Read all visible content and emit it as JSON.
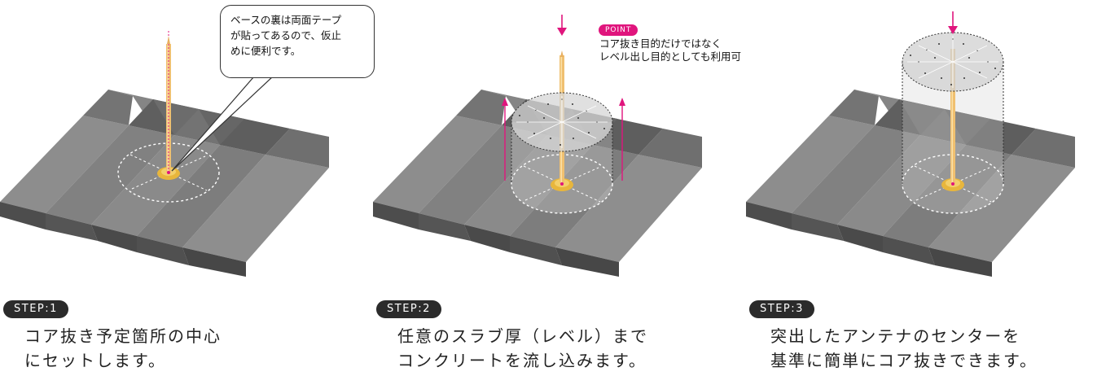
{
  "steps": [
    {
      "badge": "STEP:1",
      "description": [
        "コア抜き予定箇所の中心",
        "にセットします。"
      ],
      "callout": [
        "ベースの裏は両面テープ",
        "が貼ってあるので、仮止",
        "めに便利です。"
      ]
    },
    {
      "badge": "STEP:2",
      "description": [
        "任意のスラブ厚（レベル）まで",
        "コンクリートを流し込みます。"
      ],
      "point_label": "POINT",
      "point_text": [
        "コア抜き目的だけではなく",
        "レベル出し目的としても利用可"
      ]
    },
    {
      "badge": "STEP:3",
      "description": [
        "突出したアンテナのセンターを",
        "基準に簡単にコア抜きできます。"
      ]
    }
  ],
  "colors": {
    "deck_top": "#8c8c8c",
    "deck_dark": "#626262",
    "deck_mid": "#757575",
    "antenna": "#f0c070",
    "base": "#e8b63c",
    "arrow": "#e0157d",
    "badge_bg": "#2b2b2b"
  }
}
